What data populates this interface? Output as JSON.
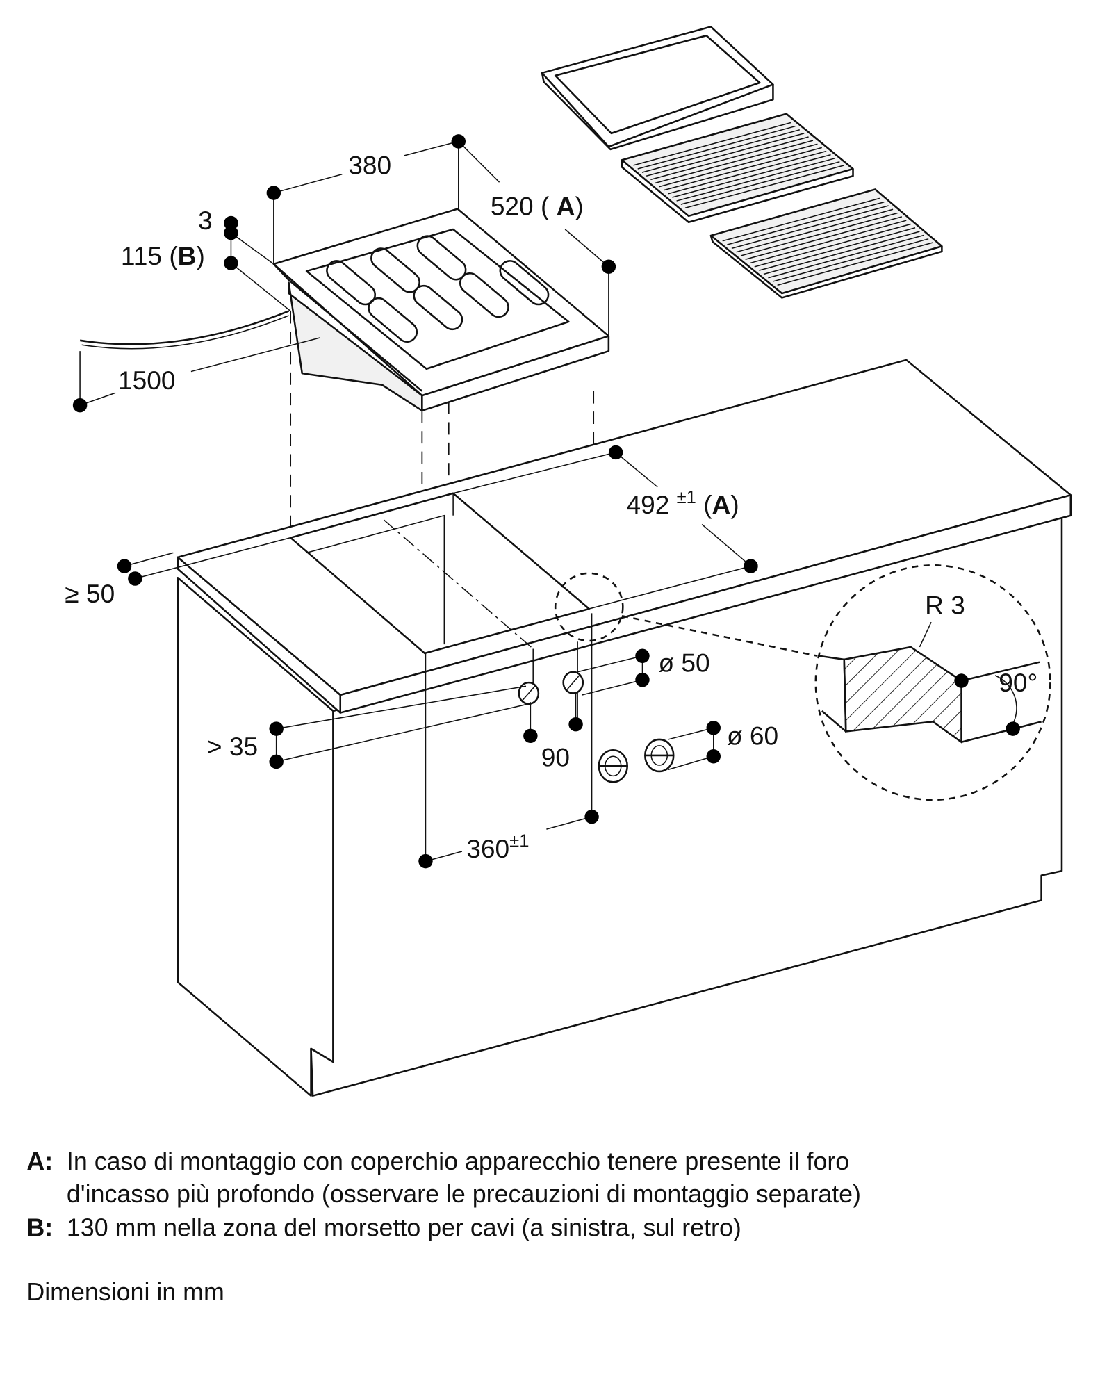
{
  "dimensions": {
    "width_380": "380",
    "depth_520": "520",
    "depth_520_ref": "A",
    "thickness_3": "3",
    "height_115": "115",
    "height_115_ref": "B",
    "cable_1500": "1500",
    "cutout_492": "492",
    "cutout_492_tol": "±1",
    "cutout_492_ref": "A",
    "edge_50": "≥ 50",
    "dia_50": "ø 50",
    "gap_35": "> 35",
    "spacing_90": "90",
    "dia_60": "ø 60",
    "cutout_360": "360",
    "cutout_360_tol": "±1",
    "radius_r3": "R 3",
    "angle_90": "90°"
  },
  "notes": [
    {
      "key": "A:",
      "lines": [
        "In caso di montaggio con coperchio apparecchio tenere presente il foro",
        "d'incasso più profondo (osservare le precauzioni di montaggio separate)"
      ]
    },
    {
      "key": "B:",
      "lines": [
        "130 mm nella zona del morsetto per cavi (a sinistra, sul retro)"
      ]
    }
  ],
  "units_note": "Dimensioni in mm"
}
